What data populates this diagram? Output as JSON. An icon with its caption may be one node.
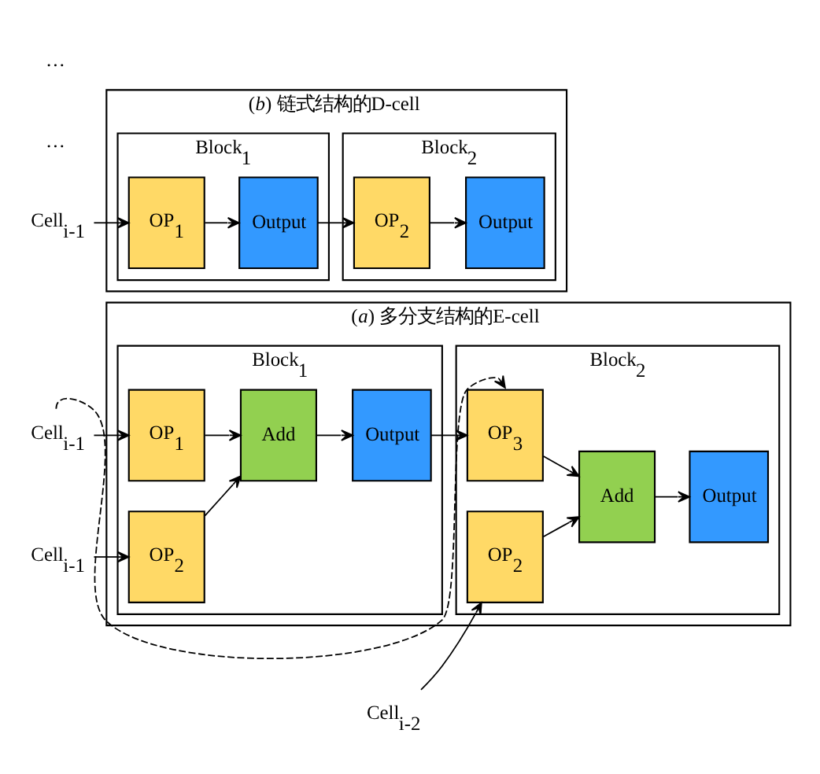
{
  "diagram": {
    "nodes": [
      {
        "text": [],
        "shape": "box",
        "beside": [
          "(*a*) 多分支结构的E-cell"
        ]
      },
      {
        "text": [
          "Block$_{1}$"
        ],
        "in": 0
      },
      {
        "text": [
          "OP$_{1}$"
        ],
        "in": 1
      },
      {
        "text": [
          "Add"
        ],
        "in": 1
      },
      {
        "text": [
          "Output"
        ],
        "in": 1
      },
      {
        "text": [
          "OP$_{2}$"
        ],
        "in": 1
      },
      {
        "text": [
          "Block$_{2}$"
        ],
        "in": 0
      },
      {
        "text": [
          "OP$_{3}$"
        ],
        "in": 6
      },
      {
        "text": [
          "Add"
        ],
        "in": 6
      },
      {
        "text": [
          "Output"
        ],
        "in": 6
      },
      {
        "text": [
          "OP$_{2}$"
        ],
        "in": 6
      },
      {
        "text": [
          "Cell$_{i-1}$"
        ]
      },
      {
        "text": [
          "Cell$_{i-1}$"
        ]
      },
      {
        "text": [
          "Cell$_{i-2}$"
        ]
      },
      {
        "text": [],
        "shape": "box",
        "beside": [
          "(*b*) 链式结构的D-cell"
        ]
      },
      {
        "text": [
          "Block$_{1}$"
        ],
        "in": 14
      },
      {
        "text": [
          "OP$_{1}$"
        ],
        "in": 15
      },
      {
        "text": [
          "Output"
        ],
        "in": 15
      },
      {
        "text": [
          "Block$_{2}$"
        ],
        "in": 14
      },
      {
        "text": [
          "OP$_{2}$"
        ],
        "in": 18
      },
      {
        "text": [
          "Output"
        ],
        "in": 18
      },
      {
        "text": [
          "Cell$_{i-1}$"
        ]
      }
    ],
    "edges": [
      {
        "from": 11,
        "to": 2,
        "arrow": "to"
      },
      {
        "from": 11,
        "to": 7,
        "arrow": "to",
        "style": "dashed"
      },
      {
        "from": 2,
        "to": 3,
        "arrow": "to"
      },
      {
        "from": 3,
        "to": 4,
        "arrow": "to"
      },
      {
        "from": 5,
        "to": 3,
        "arrow": "to"
      },
      {
        "from": 12,
        "to": 5,
        "arrow": "to"
      },
      {
        "from": 4,
        "to": 7,
        "arrow": "to"
      },
      {
        "from": 7,
        "to": 8,
        "arrow": "to"
      },
      {
        "from": 8,
        "to": 9,
        "arrow": "to"
      },
      {
        "from": 10,
        "to": 8,
        "arrow": "to"
      },
      {
        "from": 13,
        "to": 10,
        "arrow": "to"
      },
      {
        "from": 21,
        "to": 16,
        "arrow": "to"
      },
      {
        "from": 16,
        "to": 17,
        "arrow": "to"
      },
      {
        "from": 17,
        "to": 19,
        "arrow": "to"
      },
      {
        "from": 19,
        "to": 20,
        "arrow": "to"
      }
    ],
    "labels": [
      "…",
      "…"
    ]
  }
}
